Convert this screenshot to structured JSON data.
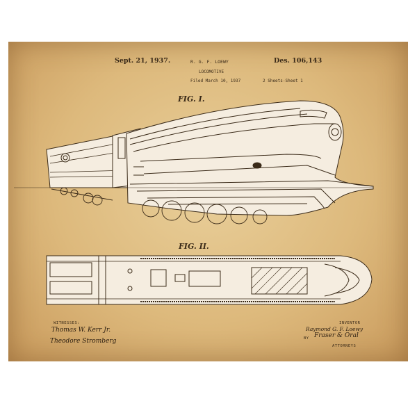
{
  "header": {
    "date": "Sept. 21, 1937.",
    "inventor_name": "R. G. F. LOEWY",
    "title": "LOCOMOTIVE",
    "filed": "Filed March 10, 1937",
    "patent_number": "Des. 106,143",
    "sheets": "2 Sheets-Sheet 1"
  },
  "figures": {
    "fig1_label": "FIG. I.",
    "fig2_label": "FIG. II."
  },
  "witnesses": {
    "label": "WITNESSES:",
    "sig1": "Thomas W. Kerr Jr.",
    "sig2": "Theodore Stromberg"
  },
  "inventor": {
    "label": "INVENTOR",
    "name": "Raymond G. F. Loewy",
    "by": "BY",
    "attorney_sig": "Fraser & Oral",
    "attorneys_label": "ATTORNEYS"
  },
  "colors": {
    "paper": "#ddb97c",
    "ink": "#3a2a18",
    "loco_fill": "#f5ede0"
  }
}
